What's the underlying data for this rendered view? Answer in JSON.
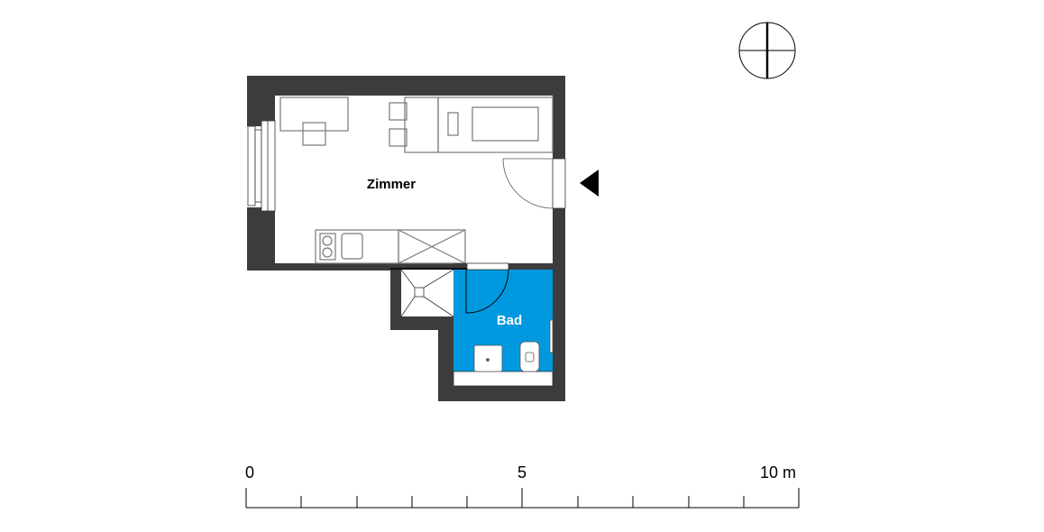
{
  "rooms": [
    {
      "name": "Zimmer",
      "color": "#ffffff"
    },
    {
      "name": "Bad",
      "color": "#0099e0"
    }
  ],
  "scale_bar": {
    "labels": [
      "0",
      "5",
      "10 m"
    ],
    "max_meters": 10,
    "divisions": 10
  },
  "compass": {
    "icon": "north-compass-icon"
  },
  "entrance": {
    "icon": "entrance-arrow-icon"
  },
  "colors": {
    "wall": "#3c3c3c",
    "bath": "#0099e0"
  }
}
